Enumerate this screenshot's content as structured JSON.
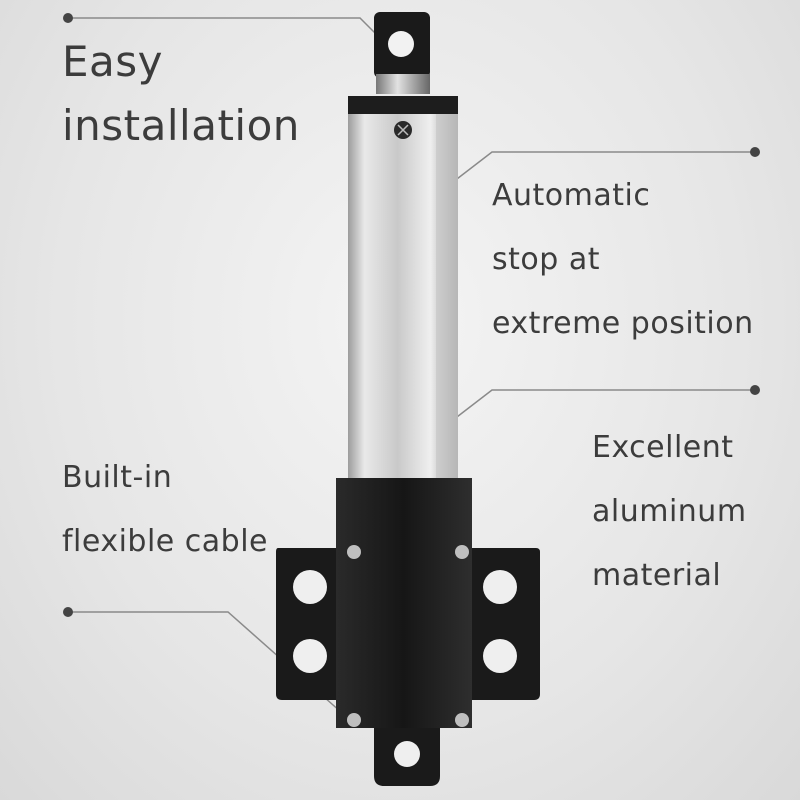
{
  "callouts": {
    "installation": {
      "lines": [
        "Easy",
        "installation"
      ]
    },
    "auto_stop": {
      "lines": [
        "Automatic",
        "stop at",
        "extreme position"
      ]
    },
    "aluminum": {
      "lines": [
        "Excellent",
        "aluminum",
        "material"
      ]
    },
    "cable": {
      "lines": [
        "Built-in",
        "flexible cable"
      ]
    }
  },
  "colors": {
    "background": "#e8e8e8",
    "text": "#3c3c3c",
    "leader_line": "#8a8a8a",
    "aluminum_body": "#d8d8d8",
    "black_housing": "#1c1c1c"
  }
}
